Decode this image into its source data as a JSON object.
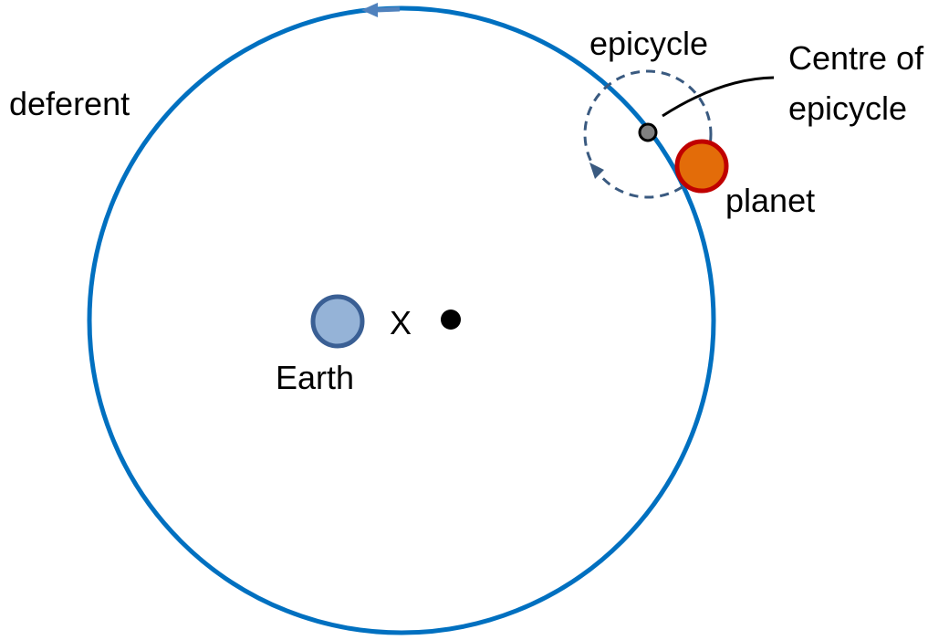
{
  "labels": {
    "deferent": "deferent",
    "epicycle": "epicycle",
    "centre_of_epicycle_line1": "Centre of",
    "centre_of_epicycle_line2": "epicycle",
    "planet": "planet",
    "earth": "Earth",
    "x_point": "X"
  },
  "colors": {
    "deferent": "#0070c0",
    "deferent_arrow": "#4f81bd",
    "epicycle": "#3a5a80",
    "earth_fill": "#95b3d7",
    "earth_stroke": "#3a5f94",
    "planet_fill": "#e36c09",
    "planet_stroke": "#c00000",
    "centre_fill": "#808080",
    "centre_stroke": "#000000",
    "equant_dot": "#000000",
    "leader_line": "#000000"
  },
  "icons": {
    "deferent_direction": "arrow-left-icon",
    "epicycle_direction": "arrow-down-icon"
  }
}
